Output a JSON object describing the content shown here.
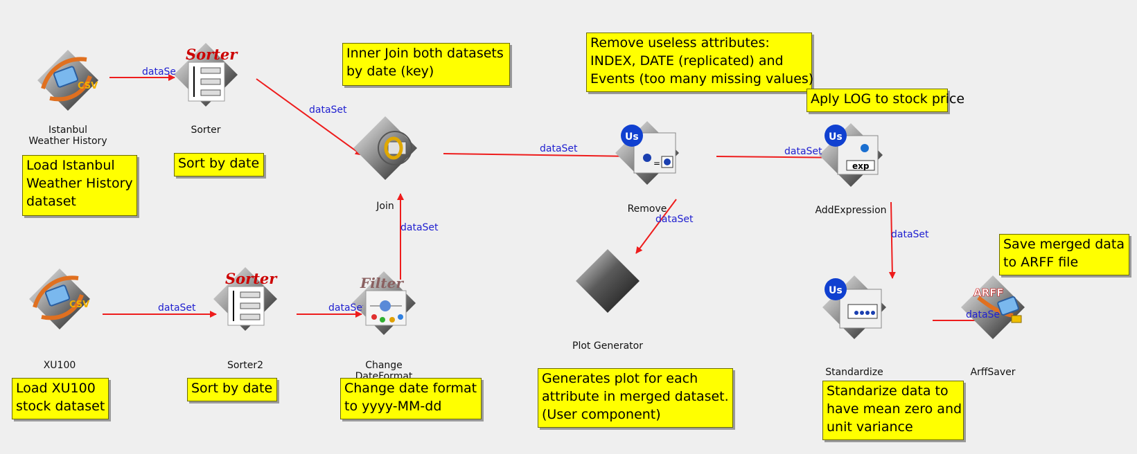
{
  "colors": {
    "background": "#efefef",
    "note": "#ffff00",
    "edge": "#ee1c1c",
    "edge_label": "#2020d0"
  },
  "nodes": [
    {
      "id": "istanbul",
      "label": "Istanbul\nWeather History",
      "icon": "csv-loader-icon"
    },
    {
      "id": "sorter",
      "label": "Sorter",
      "icon": "sorter-icon"
    },
    {
      "id": "join",
      "label": "Join",
      "icon": "join-icon"
    },
    {
      "id": "remove",
      "label": "Remove",
      "icon": "remove-icon"
    },
    {
      "id": "addexpression",
      "label": "AddExpression",
      "icon": "add-expression-icon"
    },
    {
      "id": "xu100",
      "label": "XU100",
      "icon": "csv-loader-icon"
    },
    {
      "id": "sorter2",
      "label": "Sorter2",
      "icon": "sorter-icon"
    },
    {
      "id": "changedate",
      "label": "Change\nDateFormat",
      "icon": "filter-icon"
    },
    {
      "id": "plot",
      "label": "Plot Generator",
      "icon": "plot-generator-icon"
    },
    {
      "id": "standardize",
      "label": "Standardize",
      "icon": "standardize-icon"
    },
    {
      "id": "arffsaver",
      "label": "ArffSaver",
      "icon": "arff-saver-icon"
    }
  ],
  "edge_label": "dataSet",
  "icon_text": {
    "csv": "CSV",
    "sorter": "Sorter",
    "filter": "Filter",
    "arff": "ARFF",
    "exp": "exp",
    "us": "Us"
  },
  "notes": [
    {
      "id": "load-istanbul",
      "text": "Load Istanbul\nWeather History\ndataset"
    },
    {
      "id": "sort-by-date-1",
      "text": "Sort by date"
    },
    {
      "id": "inner-join",
      "text": "Inner Join both datasets\nby date (key)"
    },
    {
      "id": "remove-useless",
      "text": "Remove useless attributes:\nINDEX, DATE (replicated) and\nEvents (too many missing values)"
    },
    {
      "id": "aply-log",
      "text": "Aply LOG to stock price"
    },
    {
      "id": "load-xu100",
      "text": "Load XU100\nstock dataset"
    },
    {
      "id": "sort-by-date-2",
      "text": "Sort by date"
    },
    {
      "id": "change-date",
      "text": "Change date format\nto yyyy-MM-dd"
    },
    {
      "id": "generates-plot",
      "text": "Generates plot for each\nattribute in merged dataset.\n(User component)"
    },
    {
      "id": "standarize",
      "text": "Standarize data to\nhave mean zero and\nunit variance"
    },
    {
      "id": "save-merged",
      "text": "Save merged data\nto ARFF file"
    }
  ]
}
